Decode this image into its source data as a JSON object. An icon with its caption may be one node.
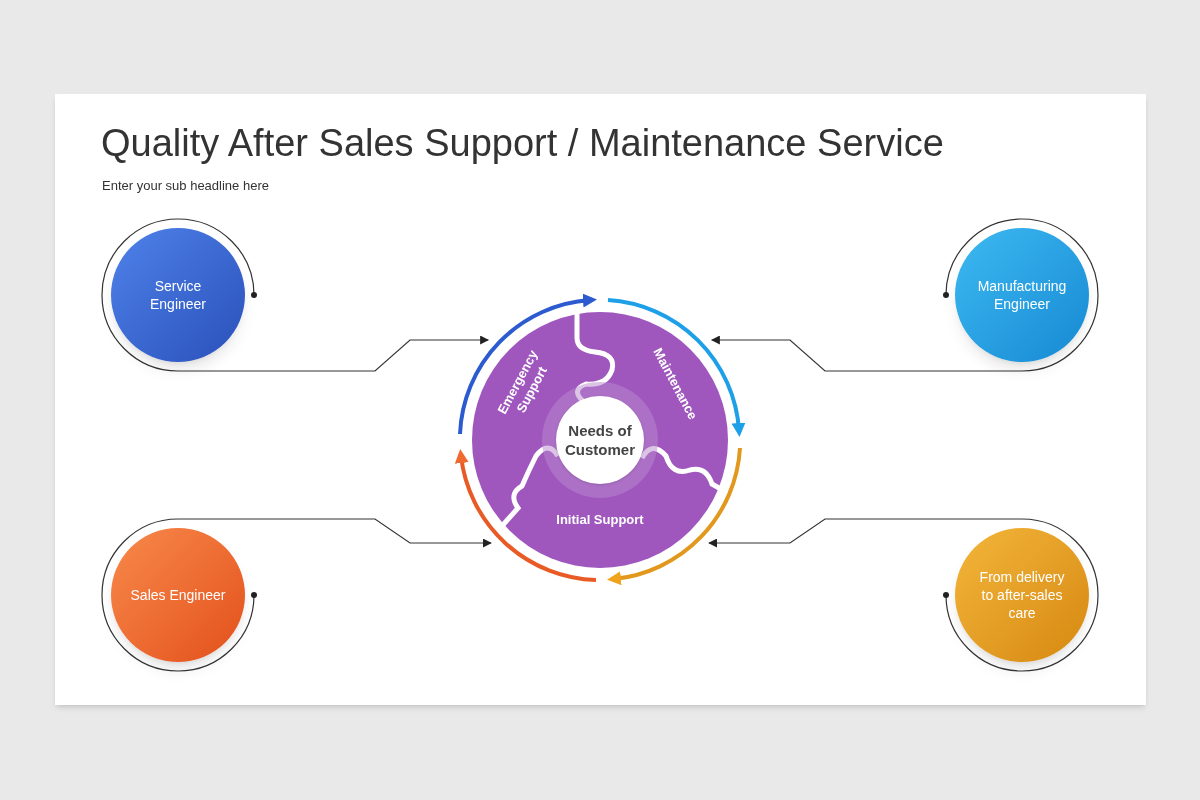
{
  "diagram": {
    "title": "Quality After Sales Support / Maintenance Service",
    "caption": "Enter your sub headline here",
    "nodes": [
      {
        "text": [
          "Service Engineer"
        ]
      },
      {
        "text": [
          "Manufacturing Engineer"
        ]
      },
      {
        "text": [
          "Sales Engineer"
        ]
      },
      {
        "text": [
          "From delivery to after-sales care"
        ]
      },
      {
        "text": [],
        "shape": "circle"
      },
      {
        "text": [
          "Emergency Support"
        ],
        "in": 4
      },
      {
        "text": [
          "Maintenance"
        ],
        "in": 4
      },
      {
        "text": [
          "Initial Support"
        ],
        "in": 4
      },
      {
        "text": [
          "Needs of Customer"
        ],
        "in": 4
      }
    ],
    "edges": [
      {
        "from": 0,
        "to": 4,
        "arrow": "to"
      },
      {
        "from": 1,
        "to": 4,
        "arrow": "to"
      },
      {
        "from": 2,
        "to": 4,
        "arrow": "to"
      },
      {
        "from": 3,
        "to": 4,
        "arrow": "to"
      }
    ]
  }
}
